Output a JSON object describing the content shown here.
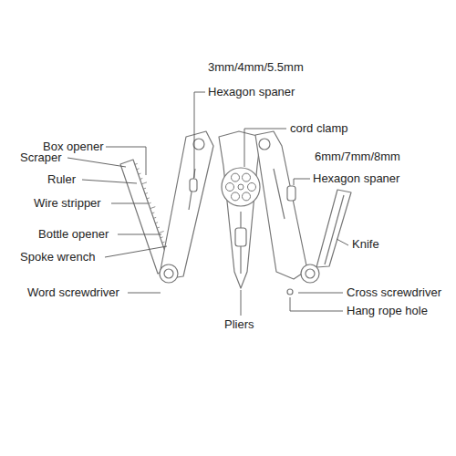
{
  "diagram": {
    "labels": [
      "3mm/4mm/5.5mm",
      "Hexagon spaner",
      "cord clamp",
      "Box opener",
      "6mm/7mm/8mm",
      "Hexagon spaner",
      "Scraper",
      "Ruler",
      "Wire stripper",
      "Knife",
      "Bottle opener",
      "Spoke wrench",
      "Word screwdriver",
      "Cross screwdriver",
      "Hang rope hole",
      "Pliers"
    ]
  }
}
